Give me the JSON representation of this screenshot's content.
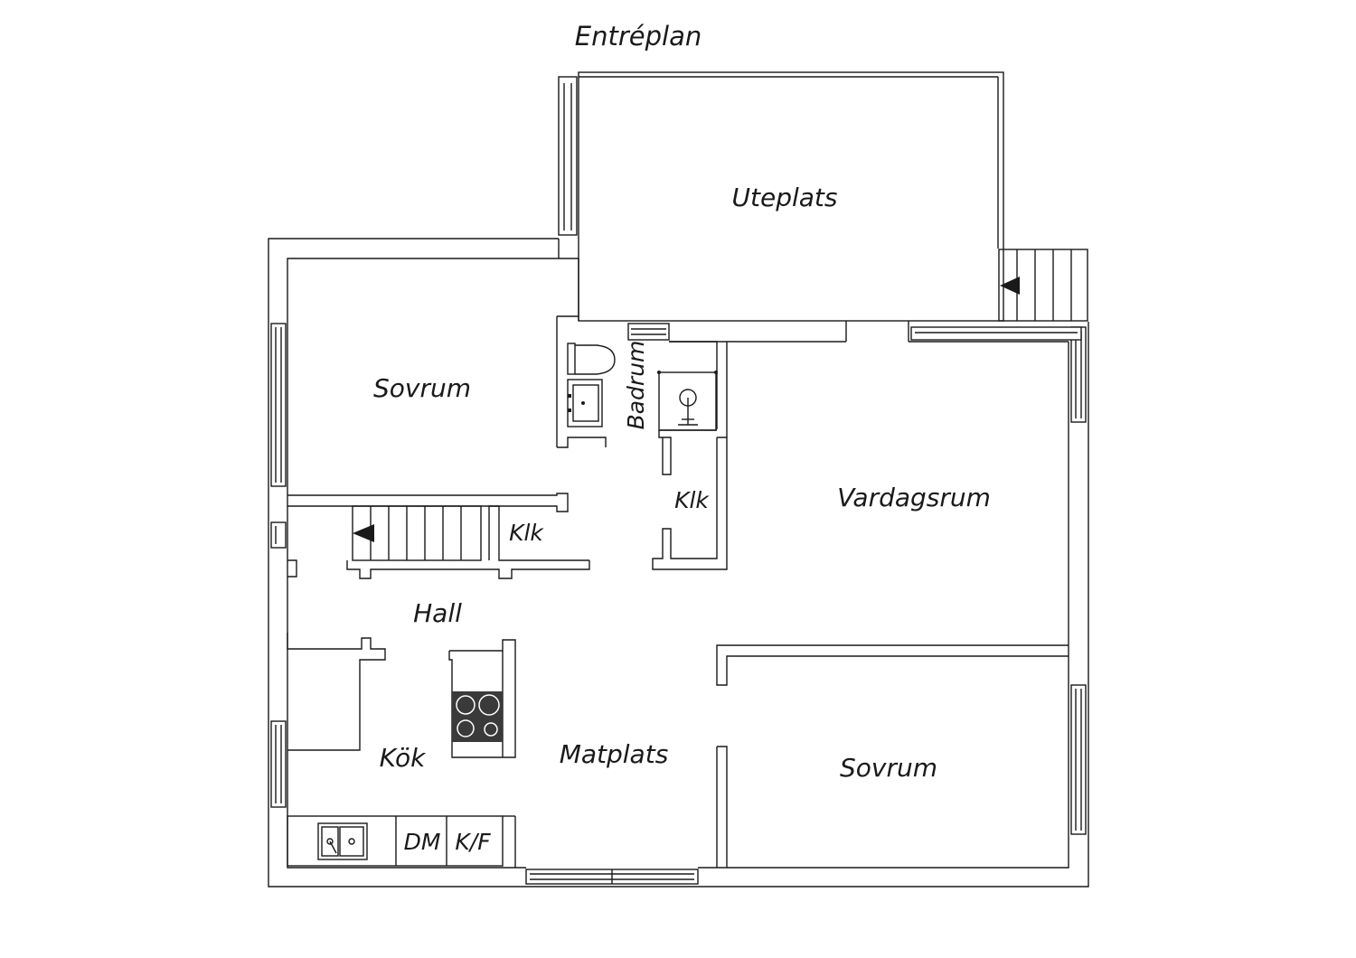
{
  "title": "Entréplan",
  "rooms": {
    "uteplats": "Uteplats",
    "sovrum_1": "Sovrum",
    "badrum": "Badrum",
    "klk_1": "Klk",
    "klk_2": "Klk",
    "vardagsrum": "Vardagsrum",
    "hall": "Hall",
    "kok": "Kök",
    "matplats": "Matplats",
    "sovrum_2": "Sovrum"
  },
  "fixtures": {
    "dishwasher": "DM",
    "fridge_freezer": "K/F"
  },
  "colors": {
    "line": "#1a1a1a",
    "background": "#ffffff",
    "stove": "#3a3a3a"
  }
}
